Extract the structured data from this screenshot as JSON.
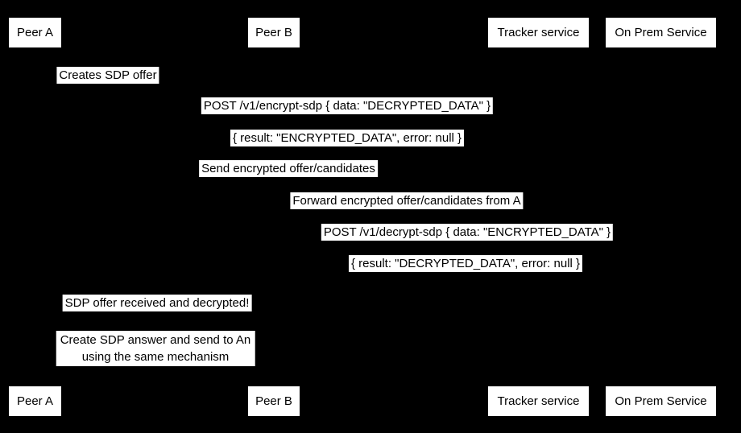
{
  "diagram": {
    "type": "sequence-diagram",
    "colors": {
      "background": "#000000",
      "box_fill": "#ffffff",
      "text": "#000000"
    },
    "actors": [
      {
        "id": "peer-a",
        "label": "Peer A"
      },
      {
        "id": "peer-b",
        "label": "Peer B"
      },
      {
        "id": "tracker-service",
        "label": "Tracker service"
      },
      {
        "id": "on-prem-service",
        "label": "On Prem Service"
      }
    ],
    "messages": [
      {
        "text": "Creates SDP offer"
      },
      {
        "text": "POST /v1/encrypt-sdp { data: \"DECRYPTED_DATA\" }"
      },
      {
        "text": "{ result: \"ENCRYPTED_DATA\", error: null }"
      },
      {
        "text": "Send encrypted offer/candidates"
      },
      {
        "text": "Forward encrypted offer/candidates from A"
      },
      {
        "text": "POST /v1/decrypt-sdp { data: \"ENCRYPTED_DATA\" }"
      },
      {
        "text": "{ result: \"DECRYPTED_DATA\", error: null }"
      },
      {
        "text": "SDP offer received and decrypted!"
      }
    ],
    "note": {
      "line1": "Create SDP answer and send to An",
      "line2": "using the same mechanism"
    }
  }
}
